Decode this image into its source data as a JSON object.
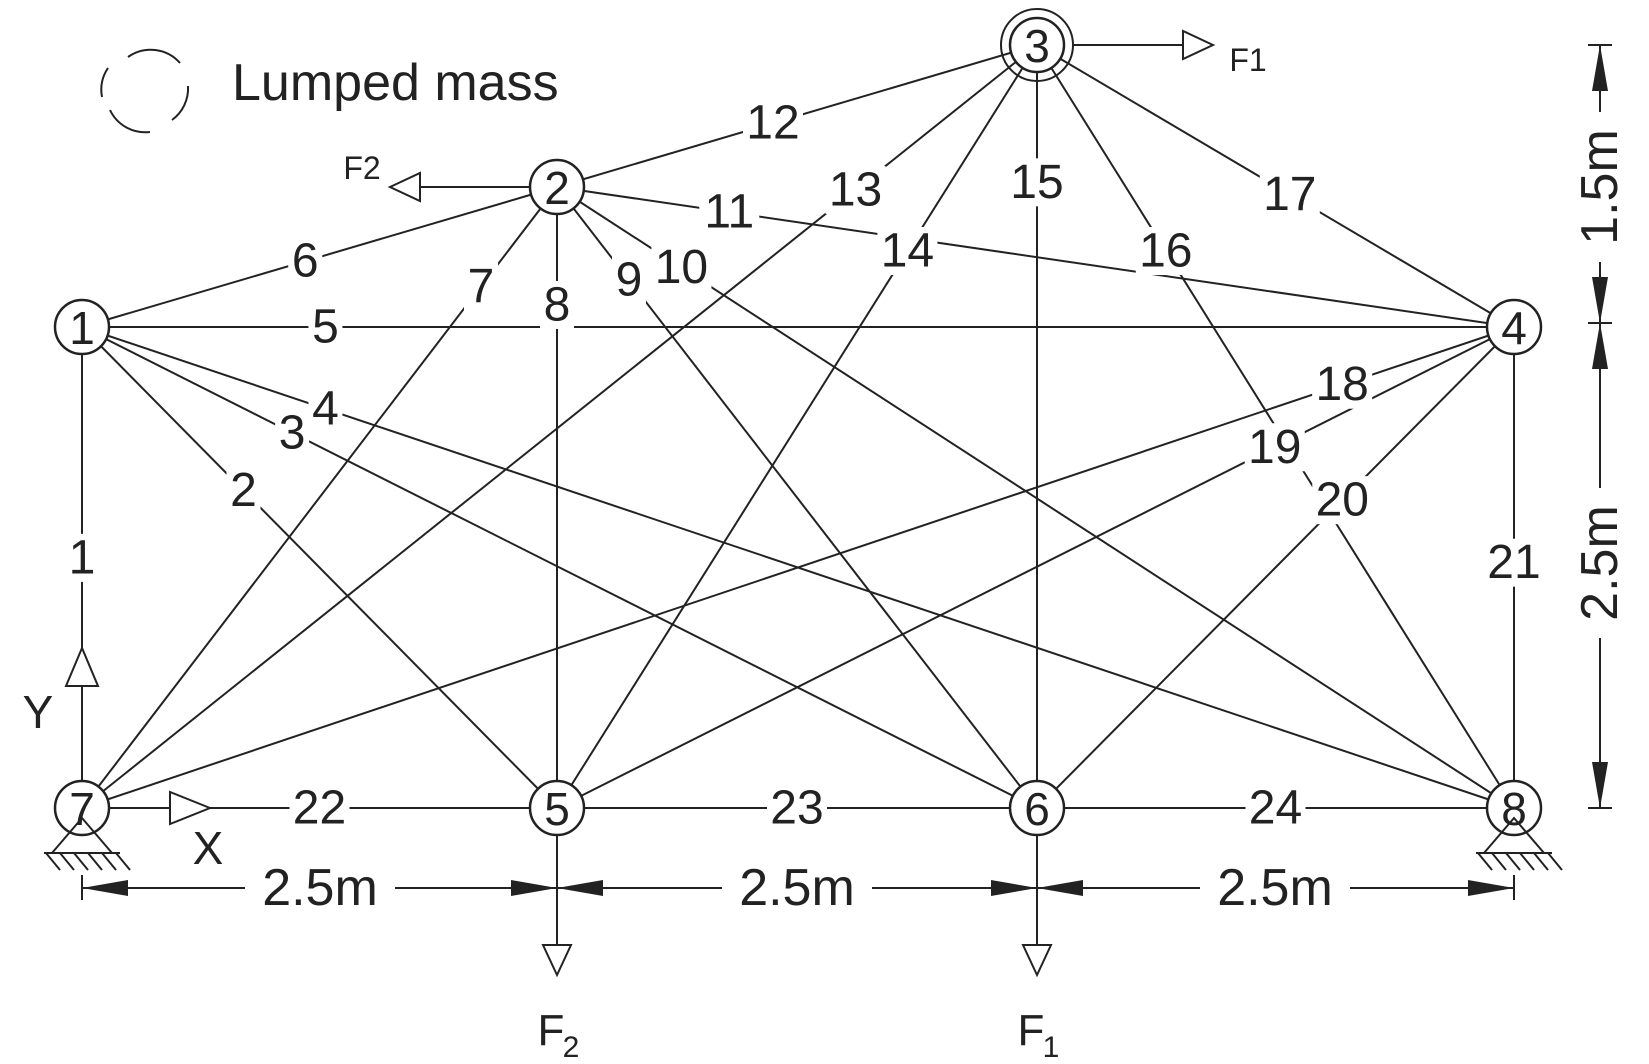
{
  "legend": {
    "label": "Lumped mass"
  },
  "nodes": [
    {
      "id": "1",
      "label": "1"
    },
    {
      "id": "2",
      "label": "2"
    },
    {
      "id": "3",
      "label": "3"
    },
    {
      "id": "4",
      "label": "4"
    },
    {
      "id": "5",
      "label": "5"
    },
    {
      "id": "6",
      "label": "6"
    },
    {
      "id": "7",
      "label": "7"
    },
    {
      "id": "8",
      "label": "8"
    }
  ],
  "members": [
    {
      "label": "1",
      "from": "1",
      "to": "7"
    },
    {
      "label": "2",
      "from": "1",
      "to": "5"
    },
    {
      "label": "3",
      "from": "1",
      "to": "6"
    },
    {
      "label": "4",
      "from": "1",
      "to": "8"
    },
    {
      "label": "5",
      "from": "1",
      "to": "4"
    },
    {
      "label": "6",
      "from": "1",
      "to": "2"
    },
    {
      "label": "7",
      "from": "2",
      "to": "7"
    },
    {
      "label": "8",
      "from": "2",
      "to": "5"
    },
    {
      "label": "9",
      "from": "2",
      "to": "6"
    },
    {
      "label": "10",
      "from": "2",
      "to": "8"
    },
    {
      "label": "11",
      "from": "2",
      "to": "4"
    },
    {
      "label": "12",
      "from": "2",
      "to": "3"
    },
    {
      "label": "13",
      "from": "3",
      "to": "7"
    },
    {
      "label": "14",
      "from": "3",
      "to": "5"
    },
    {
      "label": "15",
      "from": "3",
      "to": "6"
    },
    {
      "label": "16",
      "from": "3",
      "to": "8"
    },
    {
      "label": "17",
      "from": "3",
      "to": "4"
    },
    {
      "label": "18",
      "from": "4",
      "to": "7"
    },
    {
      "label": "19",
      "from": "4",
      "to": "5"
    },
    {
      "label": "20",
      "from": "4",
      "to": "6"
    },
    {
      "label": "21",
      "from": "4",
      "to": "8"
    },
    {
      "label": "22",
      "from": "7",
      "to": "5"
    },
    {
      "label": "23",
      "from": "5",
      "to": "6"
    },
    {
      "label": "24",
      "from": "6",
      "to": "8"
    }
  ],
  "lumped_mass_nodes": [
    "3"
  ],
  "supports": [
    "7",
    "8"
  ],
  "forces": [
    {
      "label": "F1",
      "node": "3",
      "direction": "right"
    },
    {
      "label": "F2",
      "node": "2",
      "direction": "left"
    },
    {
      "label": "F",
      "subscript": "2",
      "node": "5",
      "direction": "down"
    },
    {
      "label": "F",
      "subscript": "1",
      "node": "6",
      "direction": "down"
    }
  ],
  "axes": {
    "x_label": "X",
    "y_label": "Y"
  },
  "dimensions": {
    "horizontal": [
      "2.5m",
      "2.5m",
      "2.5m"
    ],
    "vertical_top": "1.5m",
    "vertical_bottom": "2.5m"
  }
}
